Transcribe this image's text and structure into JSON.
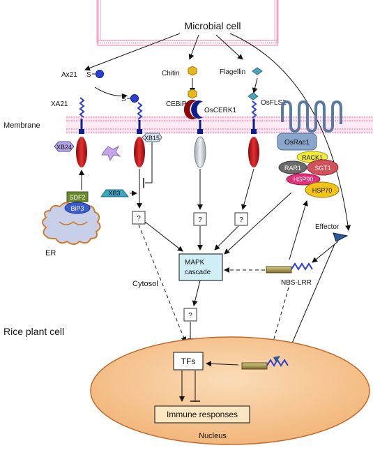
{
  "labels": {
    "microbial_cell": "Microbial cell",
    "ax21": "Ax21",
    "s_ax21": "S",
    "s_bound": "S",
    "chitin": "Chitin",
    "flagellin": "Flagellin",
    "xa21": "XA21",
    "cebip": "CEBiP",
    "oscerk1": "OsCERK1",
    "osfls2": "OsFLS2",
    "membrane": "Membrane",
    "xb24": "XB24",
    "xb15": "XB15",
    "xb3": "XB3",
    "sdf2": "SDF2",
    "bip3": "BiP3",
    "er": "ER",
    "osrac1": "OsRac1",
    "rack1": "RACK1",
    "rar1": "RAR1",
    "sgt1": "SGT1",
    "hsp90": "HSP90",
    "hsp70": "HSP70",
    "unknown": "?",
    "effector": "Effector",
    "mapk_line1": "MAPK",
    "mapk_line2": "cascade",
    "cytosol": "Cytosol",
    "nbs_lrr": "NBS-LRR",
    "rice_plant_cell": "Rice plant cell",
    "tfs": "TFs",
    "immune_responses": "Immune responses",
    "nucleus": "Nucleus"
  },
  "colors": {
    "membrane_pink": "#f3a9c9",
    "cell_wall_pink": "#f2a6c4",
    "receptor_red": "#cc1a1a",
    "receptor_blue": "#0a1f8f",
    "nucleus_fill": "#f6c79a",
    "nucleus_stroke": "#c2692a",
    "mapk_fill": "#cfeef5",
    "immune_fill": "#fbe6c2",
    "rack1": "#f0ea3c",
    "rar1": "#6b6b6b",
    "sgt1": "#d1525a",
    "hsp90": "#e0307a",
    "hsp70": "#f2c418",
    "bip3": "#3a5ccc",
    "sdf2": "#6a8a2a",
    "er_fill": "#c8cfe8",
    "er_stroke": "#d07a2a",
    "xb3": "#3aa6c4",
    "chitin": "#e8b81a",
    "flagellin": "#4aa6b8"
  },
  "icons": [
    "ax21-ligand-icon",
    "chitin-icon",
    "flagellin-icon",
    "effector-icon",
    "star-protein-icon",
    "zigzag-domain-icon"
  ]
}
